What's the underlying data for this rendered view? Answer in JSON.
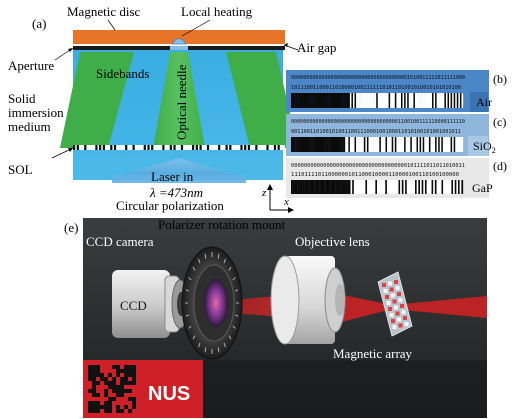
{
  "panel_labels": {
    "a": "(a)",
    "b": "(b)",
    "c": "(c)",
    "d": "(d)",
    "e": "(e)"
  },
  "schematic": {
    "magnetic_disc": "Magnetic disc",
    "local_heating": "Local heating",
    "air_gap": "Air gap",
    "aperture": "Aperture",
    "sidebands": "Sidebands",
    "optical_needle": "Optical needle",
    "sim_line1": "Solid",
    "sim_line2": "immersion",
    "sim_line3": "medium",
    "sol": "SOL",
    "laser_in": "Laser in",
    "wavelength": "λ =473nm",
    "polarization": "Circular polarization",
    "axis_z": "z",
    "axis_x": "x"
  },
  "bit_panels": [
    {
      "medium": "Air",
      "sub": "",
      "line1": "000000000000000000000000000000000000001010011111011111000",
      "line2": "101110011000110100001001111110101101001010010101010100"
    },
    {
      "medium": "SiO",
      "sub": "2",
      "line1": "000000000000000000000000000000000001100100111110000111110",
      "line2": "001100110100101001100111000100100011010100101001001011"
    },
    {
      "medium": "GaP",
      "sub": "",
      "line1": "000000000000000000000000000000000000101111011011010011",
      "line2": "11101111011000000101100010000110000100110100100000"
    }
  ],
  "photo": {
    "polarizer_mount": "Polarizer rotation mount",
    "ccd_camera": "CCD camera",
    "ccd": "CCD",
    "objective_lens": "Objective lens",
    "magnetic_array": "Magnetic array",
    "logo_text": "NUS"
  },
  "colors": {
    "disc": "#e8742a",
    "medium": "#41b4e6",
    "sideband": "#3fae49",
    "needle_glow": "#b7d9ee",
    "panel_air": "#4a86c8",
    "panel_sio2": "#8fb6dc",
    "panel_gap": "#e8e8e8",
    "photo_bg": "#2b2d2f",
    "laser": "#d42020",
    "logo_bg": "#cf2027"
  }
}
